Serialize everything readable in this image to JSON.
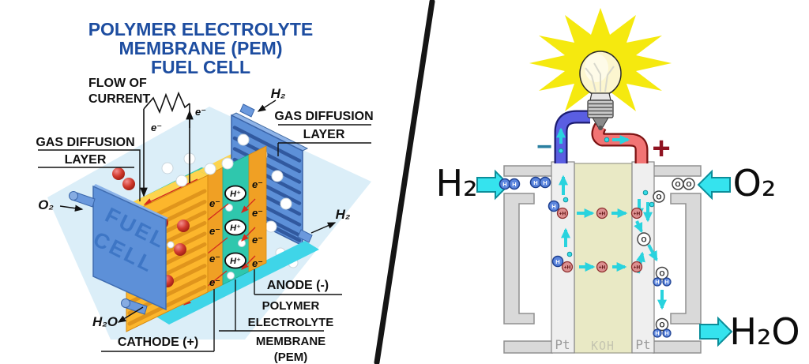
{
  "left": {
    "title1": "POLYMER ELECTROLYTE",
    "title2": "MEMBRANE (PEM)",
    "title3": "FUEL CELL",
    "flow1": "FLOW OF",
    "flow2": "CURRENT",
    "gdl1": "GAS DIFFUSION",
    "gdl2": "LAYER",
    "h2_top": "H₂",
    "h2_out": "H₂",
    "o2_in": "O₂",
    "h2o_out": "H₂O",
    "cathode": "CATHODE (+)",
    "anode": "ANODE (-)",
    "pem1": "POLYMER",
    "pem2": "ELECTROLYTE",
    "pem3": "MEMBRANE",
    "pem4": "(PEM)",
    "fuel": "FUEL",
    "cell": "CELL",
    "electron": "e⁻",
    "proton": "H⁺"
  },
  "right": {
    "h2_in": "H₂",
    "o2_in": "O₂",
    "h2o_out": "H₂O",
    "minus": "−",
    "plus": "+",
    "pt": "Pt",
    "koh": "KOH",
    "h_atom": "H",
    "o_atom": "O",
    "h_ion": "+H"
  },
  "colors": {
    "title_blue": "#1d4da0",
    "membrane_teal": "#35c7ab",
    "plate_yellow": "#fcb62c",
    "plate_blue": "#5d90d8",
    "floor_cyan": "#3fd5e8",
    "wire_blue": "#5a5ee2",
    "wire_red": "#f27474",
    "starburst_yellow": "#f5e90f",
    "electrolyte_khaki": "#e9e9c5",
    "arrow_cyan": "#35e3ee",
    "minus_teal": "#2a7fa0",
    "plus_red": "#8f1220"
  }
}
